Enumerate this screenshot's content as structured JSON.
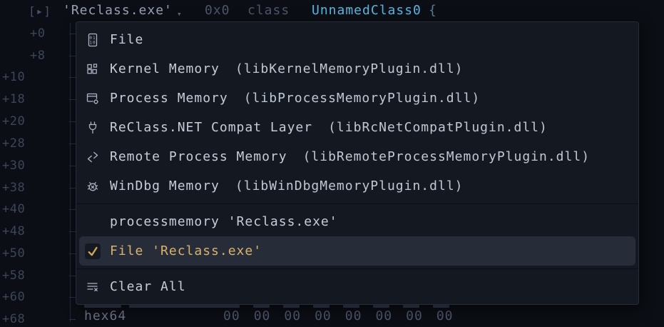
{
  "header": {
    "toggle": "[▸]",
    "name": "'Reclass.exe'",
    "dropdown_arrow": "▾",
    "address": "0x0",
    "keyword": "class",
    "class_name": "UnnamedClass0",
    "brace": "{"
  },
  "offsets": [
    "+0",
    "+8",
    "+10",
    "+18",
    "+20",
    "+28",
    "+30",
    "+38",
    "+40",
    "+48",
    "+50",
    "+58",
    "+60",
    "+68"
  ],
  "menu": {
    "plugins": [
      {
        "icon": "binary-file",
        "label": "File",
        "lib": ""
      },
      {
        "icon": "grid-squares",
        "label": "Kernel Memory",
        "lib": "(libKernelMemoryPlugin.dll)"
      },
      {
        "icon": "window-gear",
        "label": "Process Memory",
        "lib": "(libProcessMemoryPlugin.dll)"
      },
      {
        "icon": "plug",
        "label": "ReClass.NET Compat Layer",
        "lib": "(libRcNetCompatPlugin.dll)"
      },
      {
        "icon": "remote-connection",
        "label": "Remote Process Memory",
        "lib": "(libRemoteProcessMemoryPlugin.dll)"
      },
      {
        "icon": "bug",
        "label": "WinDbg Memory",
        "lib": "(libWinDbgMemoryPlugin.dll)"
      }
    ],
    "recent": [
      {
        "label": "processmemory 'Reclass.exe'",
        "checked": false
      },
      {
        "label": "File 'Reclass.exe'",
        "checked": true
      }
    ],
    "clear_all": "Clear All"
  },
  "node_row": {
    "type": "hex64",
    "bytes": [
      "00",
      "00",
      "00",
      "00",
      "00",
      "00",
      "00",
      "00"
    ]
  },
  "colors": {
    "page_bg": "#0b0e14",
    "menu_bg": "#141820",
    "selected_row": "#272c39",
    "accent_gold": "#d9b36a",
    "check_gold": "#d7a94f",
    "class_cyan": "#54b8de",
    "menu_text": "#c6cdd9",
    "dim_offset": "#3c4659"
  }
}
